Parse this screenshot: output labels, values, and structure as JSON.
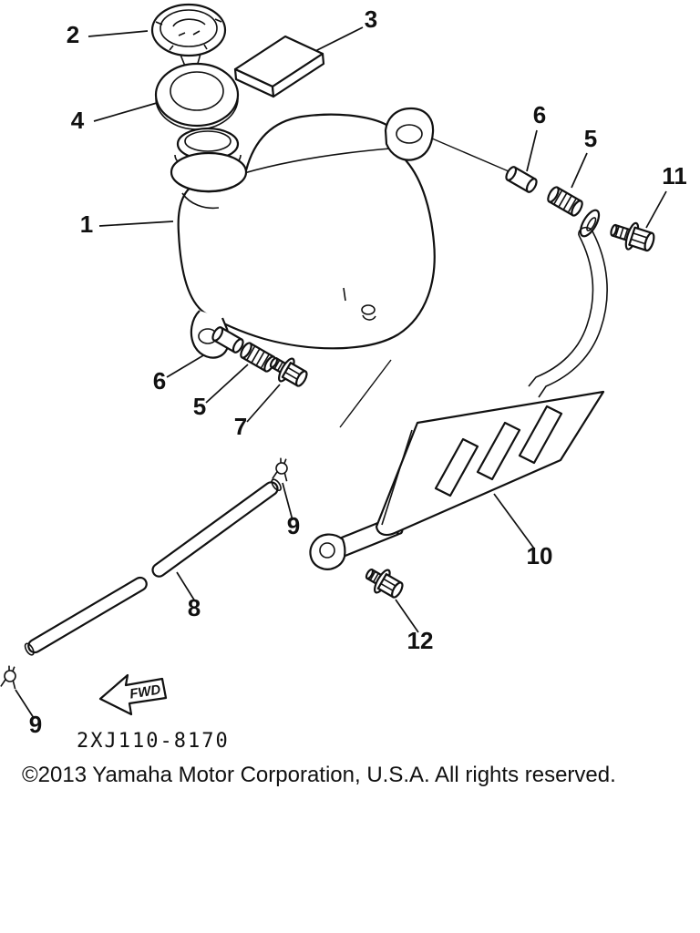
{
  "diagram": {
    "part_code": "2XJ110-8170",
    "fwd_label": "FWD",
    "copyright": "©2013 Yamaha Motor Corporation, U.S.A. All rights reserved.",
    "colors": {
      "ink": "#111111",
      "background": "#ffffff"
    },
    "callouts": [
      {
        "label": "2"
      },
      {
        "label": "3"
      },
      {
        "label": "4"
      },
      {
        "label": "1"
      },
      {
        "label": "6"
      },
      {
        "label": "5"
      },
      {
        "label": "11"
      },
      {
        "label": "6"
      },
      {
        "label": "5"
      },
      {
        "label": "7"
      },
      {
        "label": "9"
      },
      {
        "label": "10"
      },
      {
        "label": "8"
      },
      {
        "label": "12"
      },
      {
        "label": "9"
      }
    ]
  }
}
